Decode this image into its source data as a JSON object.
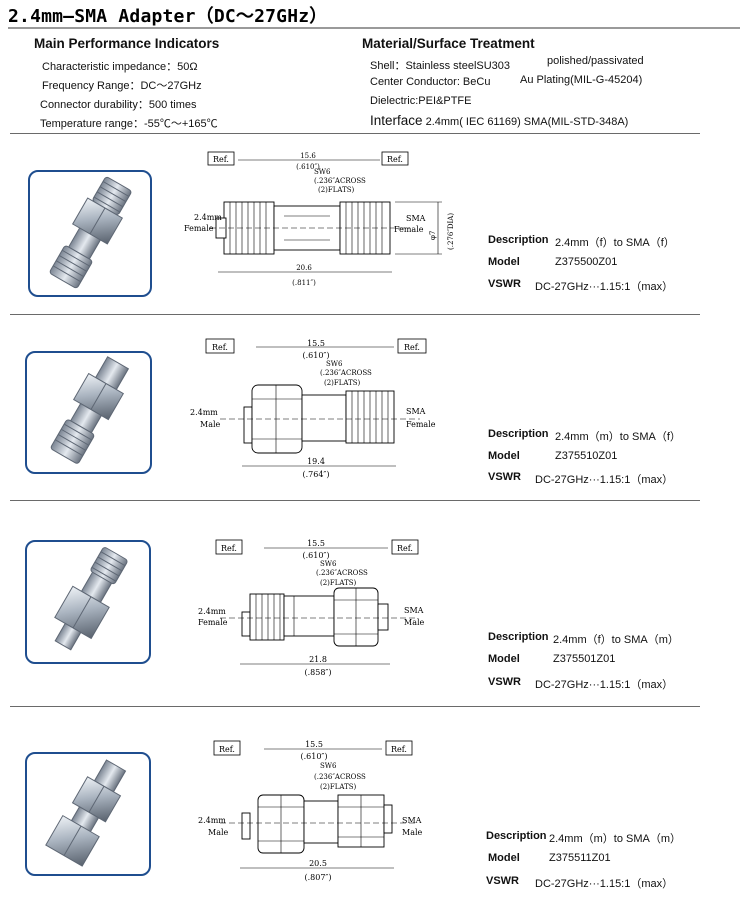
{
  "title": "2.4mm—SMA Adapter（DC～27GHz）",
  "performance": {
    "heading": "Main Performance Indicators",
    "items": [
      "Characteristic impedance：50Ω",
      "Frequency Range：DC～27GHz",
      "Connector durability：500 times",
      "Temperature range：-55℃～+165℃"
    ]
  },
  "material": {
    "heading": "Material/Surface Treatment",
    "shell": "Shell：Stainless steelSU303",
    "shell_finish": "polished/passivated",
    "center": "Center Conductor: BeCu",
    "center_finish": "Au Plating(MIL-G-45204)",
    "dielectric": "Dielectric:PEI&PTFE",
    "interface_label": "Interface",
    "interface_value": " 2.4mm(  IEC 61169)   SMA(MIL-STD-348A)"
  },
  "labels": {
    "description": "Description",
    "model": "Model",
    "vswr": "VSWR"
  },
  "products": [
    {
      "description": "2.4mm（f）to SMA（f）",
      "model": "Z375500Z01",
      "vswr": "DC-27GHz···1.15:1（max）",
      "drawing": {
        "ref_left": "Ref.",
        "ref_right": "Ref.",
        "top_dim": "15.6",
        "top_dim_inch": "(.610″)",
        "sw": "SW6",
        "sw_across": "(.236″ACROSS",
        "sw_flats": "(2)FLATS)",
        "left_label_1": "2.4mm",
        "left_label_2": "Female",
        "right_label_1": "SMA",
        "right_label_2": "Female",
        "dia": "φ7",
        "dia_inch": "(.276″DIA)",
        "bottom_dim": "20.6",
        "bottom_dim_inch": "(.811″)"
      }
    },
    {
      "description": "2.4mm（m）to SMA（f）",
      "model": "Z375510Z01",
      "vswr": "DC-27GHz···1.15:1（max）",
      "drawing": {
        "ref_left": "Ref.",
        "ref_right": "Ref.",
        "top_dim": "15.5",
        "top_dim_inch": "(.610″)",
        "sw": "SW6",
        "sw_across": "(.236″ACROSS",
        "sw_flats": "(2)FLATS)",
        "left_label_1": "2.4mm",
        "left_label_2": "Male",
        "right_label_1": "SMA",
        "right_label_2": "Female",
        "bottom_dim": "19.4",
        "bottom_dim_inch": "(.764″)"
      }
    },
    {
      "description": "2.4mm（f）to SMA（m）",
      "model": "Z375501Z01",
      "vswr": "DC-27GHz···1.15:1（max）",
      "drawing": {
        "ref_left": "Ref.",
        "ref_right": "Ref.",
        "top_dim": "15.5",
        "top_dim_inch": "(.610″)",
        "sw": "SW6",
        "sw_across": "(.236″ACROSS",
        "sw_flats": "(2)FLATS)",
        "left_label_1": "2.4mm",
        "left_label_2": "Female",
        "right_label_1": "SMA",
        "right_label_2": "Male",
        "bottom_dim": "21.8",
        "bottom_dim_inch": "(.858″)"
      }
    },
    {
      "description": "2.4mm（m）to SMA（m）",
      "model": "Z375511Z01",
      "vswr": "DC-27GHz···1.15:1（max）",
      "drawing": {
        "ref_left": "Ref.",
        "ref_right": "Ref.",
        "top_dim": "15.5",
        "top_dim_inch": "(.610″)",
        "sw": "SW6",
        "sw_across": "(.236″ACROSS",
        "sw_flats": "(2)FLATS)",
        "left_label_1": "2.4mm",
        "left_label_2": "Male",
        "right_label_1": "SMA",
        "right_label_2": "Male",
        "bottom_dim": "20.5",
        "bottom_dim_inch": "(.807″)"
      }
    }
  ],
  "colors": {
    "photo_frame": "#1f4e8f",
    "metal_light": "#d6dde6",
    "metal_dark": "#6c7787"
  }
}
